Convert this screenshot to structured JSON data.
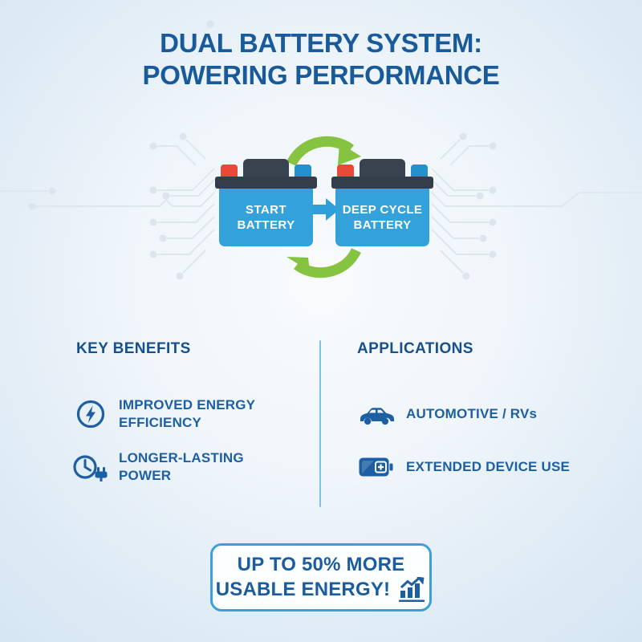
{
  "title": {
    "line1": "DUAL BATTERY SYSTEM:",
    "line2": "POWERING PERFORMANCE"
  },
  "diagram": {
    "battery_left": {
      "label_line1": "START",
      "label_line2": "BATTERY"
    },
    "battery_right": {
      "label_line1": "DEEP CYCLE",
      "label_line2": "BATTERY"
    },
    "flow_arrow_icon": "right-arrow-icon",
    "cycle_arrows_icon": "circular-green-arrows-icon"
  },
  "benefits": {
    "header": "KEY BENEFITS",
    "items": [
      {
        "icon": "lightning-bolt-circle-icon",
        "label": "IMPROVED ENERGY EFFICIENCY"
      },
      {
        "icon": "clock-plug-icon",
        "label": "LONGER-LASTING POWER"
      }
    ]
  },
  "applications": {
    "header": "APPLICATIONS",
    "items": [
      {
        "icon": "car-icon",
        "label": "AUTOMOTIVE / RVs"
      },
      {
        "icon": "battery-plus-icon",
        "label": "EXTENDED DEVICE USE"
      }
    ]
  },
  "callout": {
    "line1": "UP TO 50% MORE",
    "line2": "USABLE ENERGY!",
    "icon": "growth-chart-icon"
  },
  "colors": {
    "title_blue": "#185a9a",
    "text_blue": "#1d5fa3",
    "battery_body_blue": "#34a2da",
    "battery_dark_navy": "#343e4a",
    "terminal_red": "#e74a39",
    "terminal_blue": "#2391cc",
    "arrow_green": "#85c340",
    "divider_blue": "#7cc3e9",
    "callout_border_blue": "#3ba0d9",
    "background_edge": "#d5e6f3"
  }
}
